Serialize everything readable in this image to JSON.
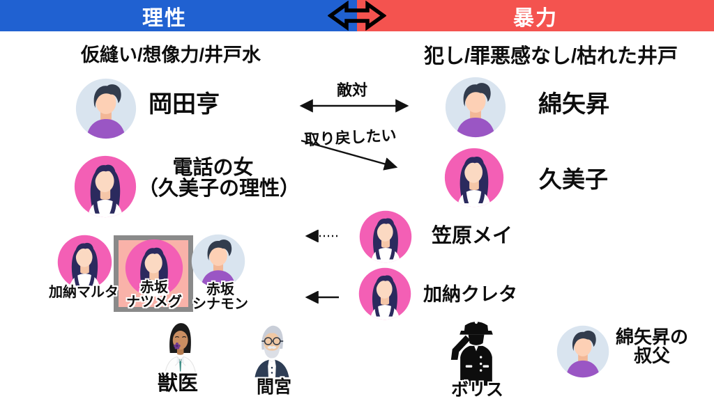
{
  "title_bar": {
    "left_label": "理性",
    "right_label": "暴力",
    "left_color": "#2061d1",
    "right_color": "#f4534f",
    "center_icon": "left-right-double-arrow"
  },
  "subtitles": {
    "left": "仮縫い/想像力/井戸水",
    "right": "犯し/罪悪感なし/枯れた井戸"
  },
  "relations": {
    "hostility": {
      "label": "敵対",
      "style": "double-headed-arrow"
    },
    "reclaim": {
      "label": "取り戻したい",
      "style": "arrow-pointing-right-down"
    },
    "kasahara_link": {
      "label": "",
      "style": "dotted-arrow-pointing-left"
    },
    "creta_link": {
      "label": "",
      "style": "solid-arrow-pointing-left"
    }
  },
  "characters": {
    "okada": {
      "name": "岡田亨",
      "avatar": "man"
    },
    "wataya": {
      "name": "綿矢昇",
      "avatar": "man"
    },
    "phone_woman": {
      "name_line1": "電話の女",
      "name_line2": "（久美子の理性）",
      "avatar": "woman"
    },
    "kumiko": {
      "name": "久美子",
      "avatar": "woman"
    },
    "kasahara_mei": {
      "name": "笠原メイ",
      "avatar": "woman"
    },
    "kano_malta": {
      "name": "加納マルタ",
      "avatar": "woman"
    },
    "akasaka_nutmeg": {
      "name_line1": "赤坂",
      "name_line2": "ナツメグ",
      "avatar": "woman",
      "framed": true
    },
    "akasaka_cinnamon": {
      "name_line1": "赤坂",
      "name_line2": "シナモン",
      "avatar": "man"
    },
    "kano_creta": {
      "name": "加納クレタ",
      "avatar": "woman"
    },
    "vet": {
      "name": "獣医",
      "avatar": "vet-man-with-cheek-mark"
    },
    "mamiya": {
      "name": "間宮",
      "avatar": "old-man-with-glasses"
    },
    "boris": {
      "name": "ボリス",
      "avatar": "saluting-soldier-silhouette"
    },
    "uncle": {
      "name_line1": "綿矢昇の",
      "name_line2": "叔父",
      "avatar": "man"
    }
  },
  "colors": {
    "male_avatar_bg": "#d9e4ef",
    "male_shirt": "#9a56c4",
    "female_avatar_bg": "#f35fb5",
    "hair_dark": "#323c4d",
    "hair_navy": "#2b2a5e",
    "skin": "#fdd0b5",
    "frame_border": "#8a8a8a",
    "frame_fill": "#f9b2a9",
    "arrow": "#111111"
  }
}
